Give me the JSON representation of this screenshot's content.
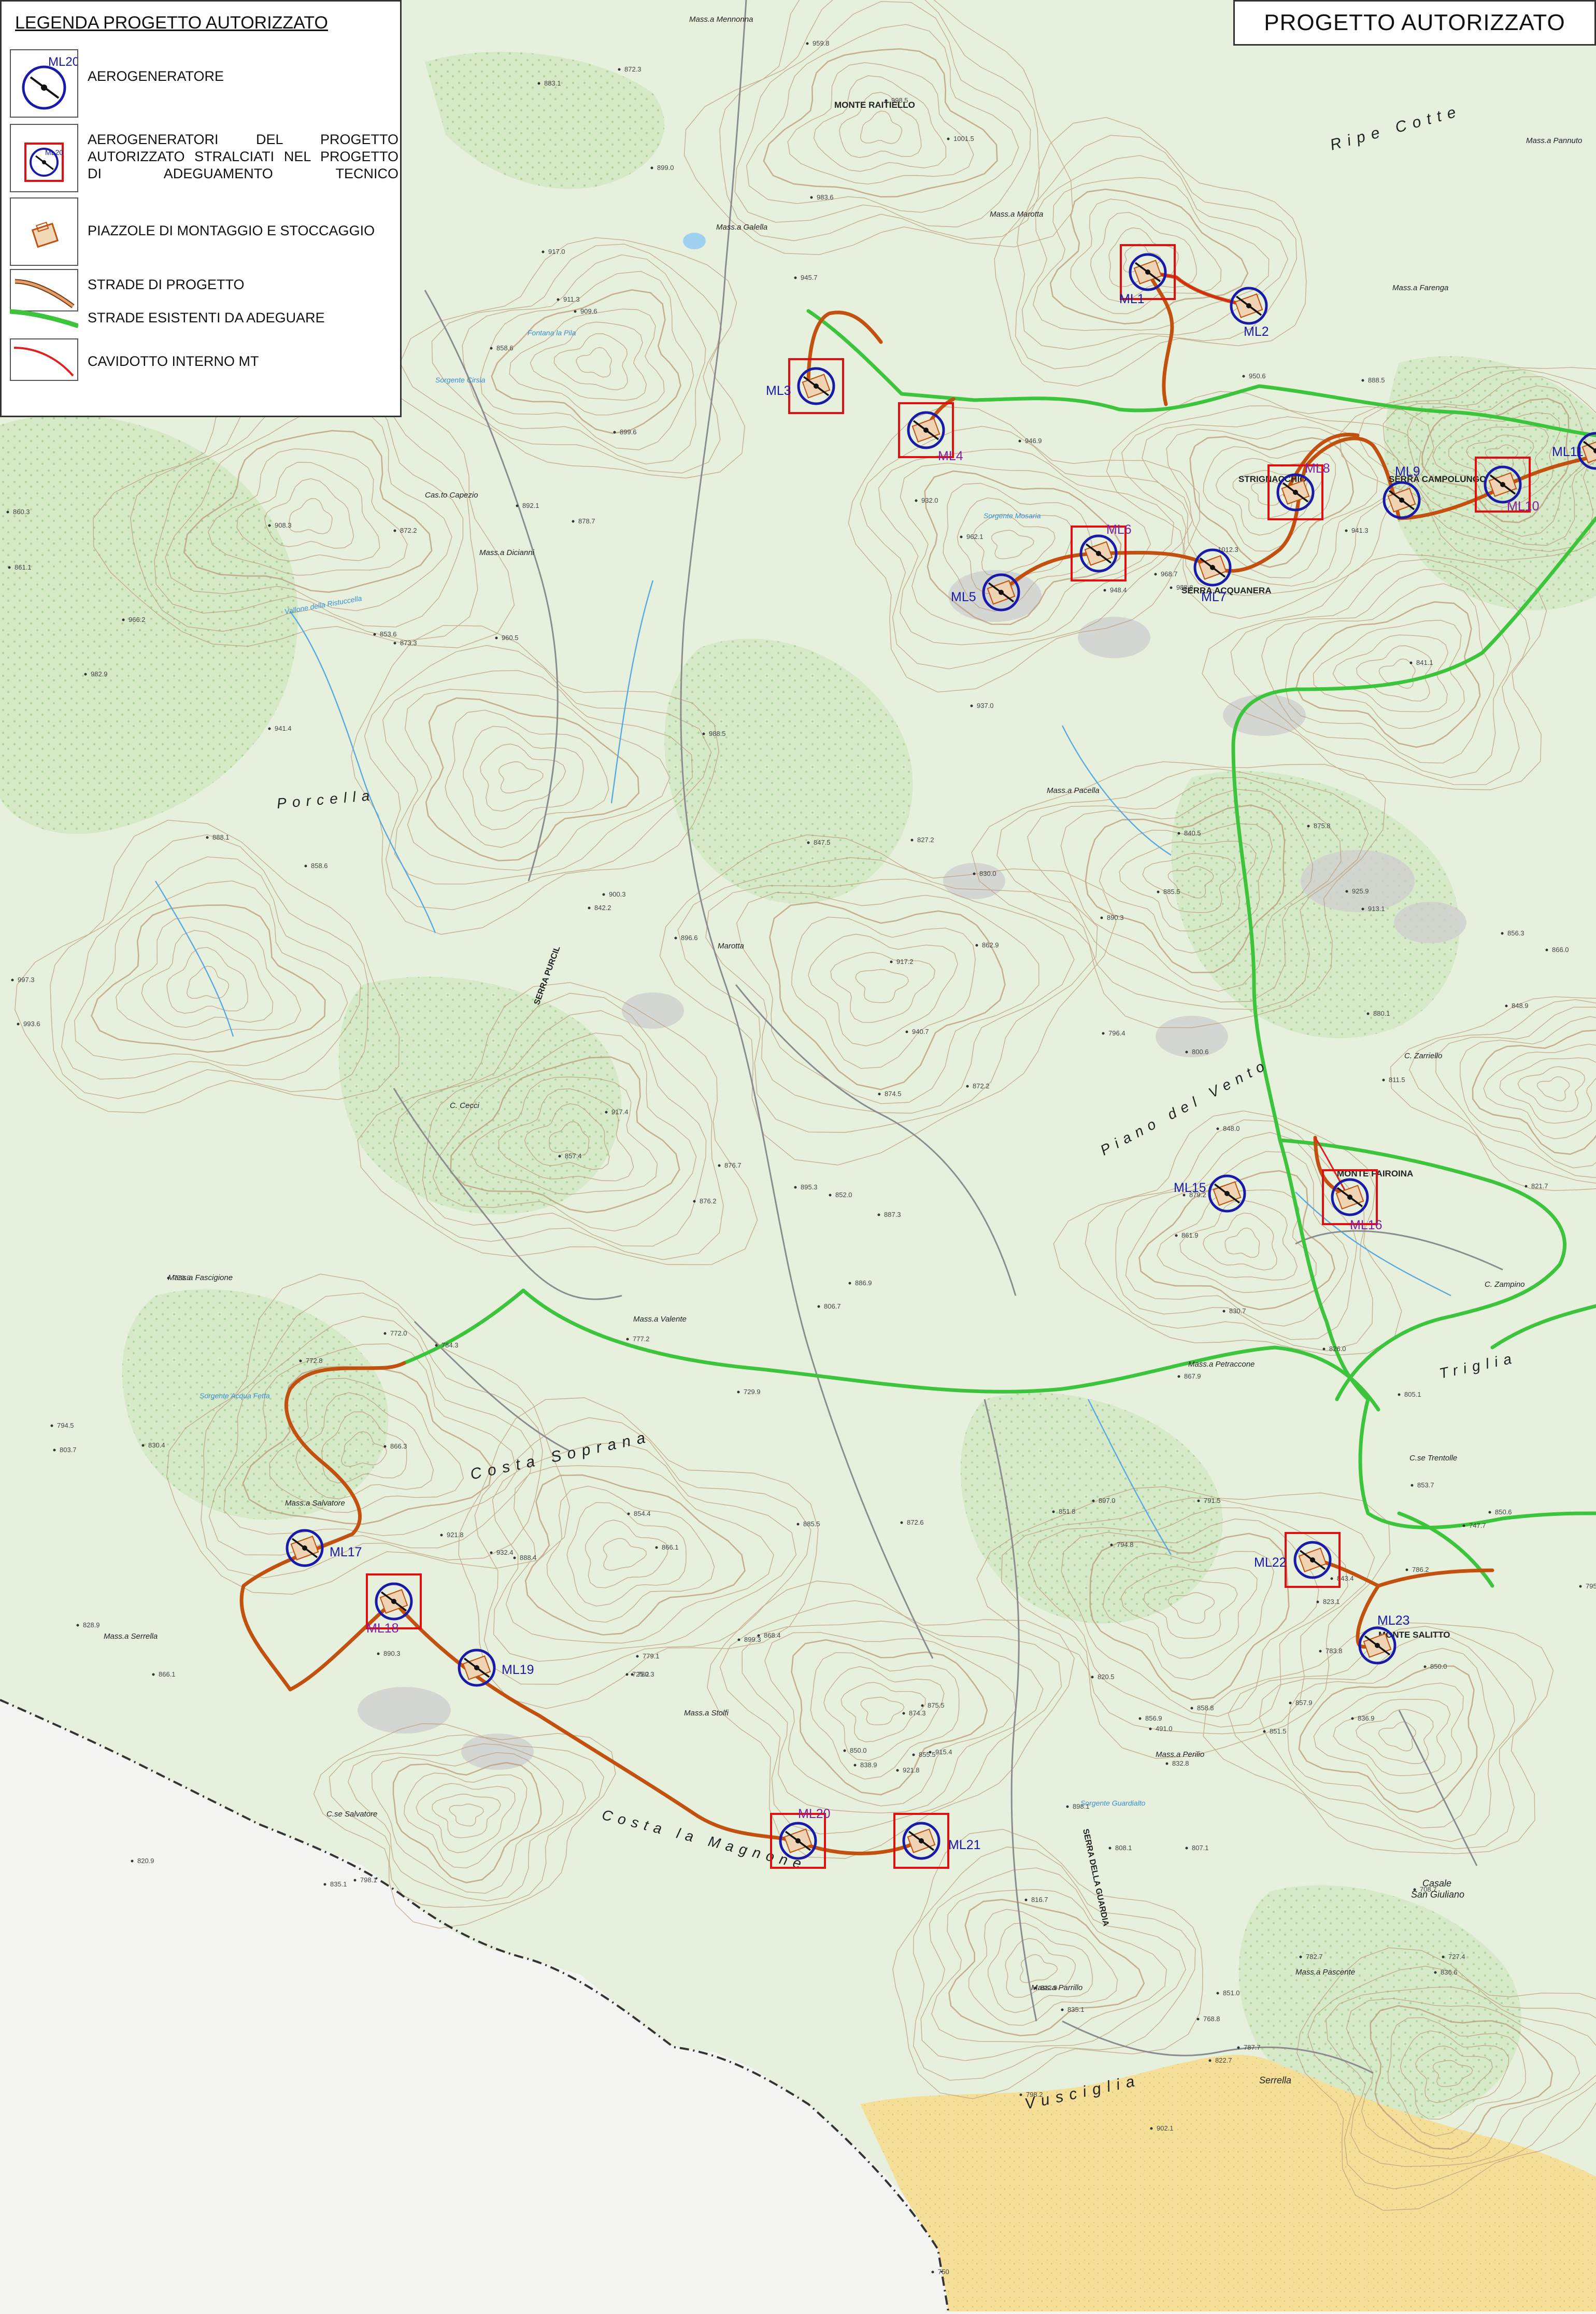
{
  "title": "PROGETTO AUTORIZZATO",
  "legend": {
    "title": "LEGENDA PROGETTO AUTORIZZATO",
    "sample_label": "ML20",
    "items": [
      {
        "label": "AEROGENERATORE"
      },
      {
        "label": "AEROGENERATORI DEL PROGETTO AUTORIZZATO STRALCIATI NEL PROGETTO DI ADEGUAMENTO TECNICO"
      },
      {
        "label": "PIAZZOLE DI MONTAGGIO E STOCCAGGIO"
      },
      {
        "label": "STRADE DI PROGETTO"
      },
      {
        "label": "STRADE ESISTENTI DA ADEGUARE"
      },
      {
        "label": "CAVIDOTTO INTERNO MT"
      }
    ]
  },
  "colors": {
    "turbine": "#1a1aa8",
    "stralciati": "#e01010",
    "strade_progetto": "#c2500e",
    "strade_esistenti": "#3cc43c",
    "cavidotto": "#e02020",
    "terrain": "#e6f0dc",
    "woods": "#cfe6c0",
    "contour": "#b99a7a",
    "sand": "#f5df98"
  },
  "turbines": [
    {
      "id": "ML1",
      "stralciato": true
    },
    {
      "id": "ML2",
      "stralciato": false
    },
    {
      "id": "ML3",
      "stralciato": true
    },
    {
      "id": "ML4",
      "stralciato": true
    },
    {
      "id": "ML5",
      "stralciato": false
    },
    {
      "id": "ML6",
      "stralciato": true
    },
    {
      "id": "ML7",
      "stralciato": false
    },
    {
      "id": "ML8",
      "stralciato": true
    },
    {
      "id": "ML9",
      "stralciato": false
    },
    {
      "id": "ML10",
      "stralciato": true
    },
    {
      "id": "ML11",
      "stralciato": false
    },
    {
      "id": "ML15",
      "stralciato": false
    },
    {
      "id": "ML16",
      "stralciato": true
    },
    {
      "id": "ML17",
      "stralciato": false
    },
    {
      "id": "ML18",
      "stralciato": true
    },
    {
      "id": "ML19",
      "stralciato": false
    },
    {
      "id": "ML20",
      "stralciato": true
    },
    {
      "id": "ML21",
      "stralciato": true
    },
    {
      "id": "ML22",
      "stralciato": true
    },
    {
      "id": "ML23",
      "stralciato": false
    }
  ],
  "place_labels": [
    "MONTE RAITIELLO",
    "STRIGNACCHIO",
    "SERRA CAMPOLUNGO",
    "SERRA ACQUANERA",
    "MONTE FAIROINA",
    "MONTE SALITTO",
    "SERRA PURCIL",
    "SERRA DELLA GUARDIA",
    "Ripe Cotte",
    "Porcella",
    "Piano del Vento",
    "Costa Soprana",
    "Costa la Magnone",
    "Triglia",
    "Vusciglia",
    "Serrella",
    "Mass.a Galella",
    "Mass.a Farenga",
    "Mass.a Pacella",
    "Mass.a Valente",
    "Mass.a Petraccone",
    "Mass.a Fascigione",
    "Mass.a Salvatore",
    "Mass.a Serrella",
    "Mass.a Stolfi",
    "Mass.a Parrillo",
    "Mass.a Pascente",
    "Mass.a Perilio",
    "Mass.a Dicianni",
    "Mass.a Marotta",
    "Mass.a Mennonna",
    "Mass.a Pannuto",
    "C. Zampino",
    "C. Zarriello",
    "C.se Trentolle",
    "C.se Salvatore",
    "Cas.to Capezio",
    "C. Cecci",
    "Marotta",
    "Casale San Giuliano",
    "Sorgente Cirsia",
    "Sorgente Mosaria",
    "Sorgente Acqua Fetta",
    "Sorgente Guardialto",
    "Fontana la Pila",
    "Vallone della Ristuccella"
  ],
  "spot_heights": [
    "959.8",
    "872.3",
    "883.1",
    "899.0",
    "998.5",
    "983.6",
    "917.0",
    "911.3",
    "909.6",
    "858.6",
    "1001.5",
    "945.7",
    "932.0",
    "946.9",
    "962.1",
    "908.3",
    "941.4",
    "853.6",
    "873.3",
    "872.2",
    "899.6",
    "892.1",
    "878.7",
    "988.5",
    "960.5",
    "988.8",
    "968.7",
    "948.4",
    "937.0",
    "1012.3",
    "941.3",
    "950.6",
    "888.5",
    "841.1",
    "840.5",
    "830.0",
    "827.2",
    "847.5",
    "842.2",
    "896.6",
    "885.5",
    "890.3",
    "862.9",
    "875.8",
    "925.9",
    "913.1",
    "856.3",
    "866.0",
    "848.9",
    "811.5",
    "800.6",
    "796.4",
    "874.5",
    "872.2",
    "940.7",
    "917.2",
    "917.4",
    "857.4",
    "876.7",
    "876.2",
    "895.3",
    "852.0",
    "887.3",
    "879.2",
    "886.9",
    "806.7",
    "848.0",
    "861.9",
    "830.7",
    "867.9",
    "821.7",
    "826.0",
    "805.1",
    "784.3",
    "777.2",
    "729.9",
    "772.8",
    "772.0",
    "779.6",
    "794.5",
    "803.7",
    "830.4",
    "866.3",
    "921.8",
    "932.4",
    "888.4",
    "866.1",
    "854.4",
    "885.5",
    "872.6",
    "851.8",
    "897.0",
    "791.5",
    "794.8",
    "853.7",
    "850.6",
    "747.7",
    "786.2",
    "795.6",
    "850.0",
    "843.4",
    "823.1",
    "783.8",
    "890.3",
    "828.9",
    "866.1",
    "820.9",
    "835.1",
    "798.1",
    "779.1",
    "725.2",
    "780.3",
    "899.3",
    "868.4",
    "874.3",
    "875.5",
    "855.5",
    "915.4",
    "921.8",
    "838.9",
    "850.0",
    "820.5",
    "856.9",
    "858.8",
    "832.8",
    "851.5",
    "808.1",
    "816.7",
    "807.1",
    "812.9",
    "835.1",
    "851.0",
    "836.6",
    "782.7",
    "727.4",
    "708.7",
    "822.7",
    "787.7",
    "768.8",
    "750",
    "860.3",
    "861.1",
    "798.2",
    "491.0",
    "966.2",
    "982.9",
    "898.1",
    "902.1",
    "888.1",
    "858.6",
    "857.9",
    "836.9",
    "997.3",
    "993.6",
    "900.3",
    "880.1"
  ]
}
